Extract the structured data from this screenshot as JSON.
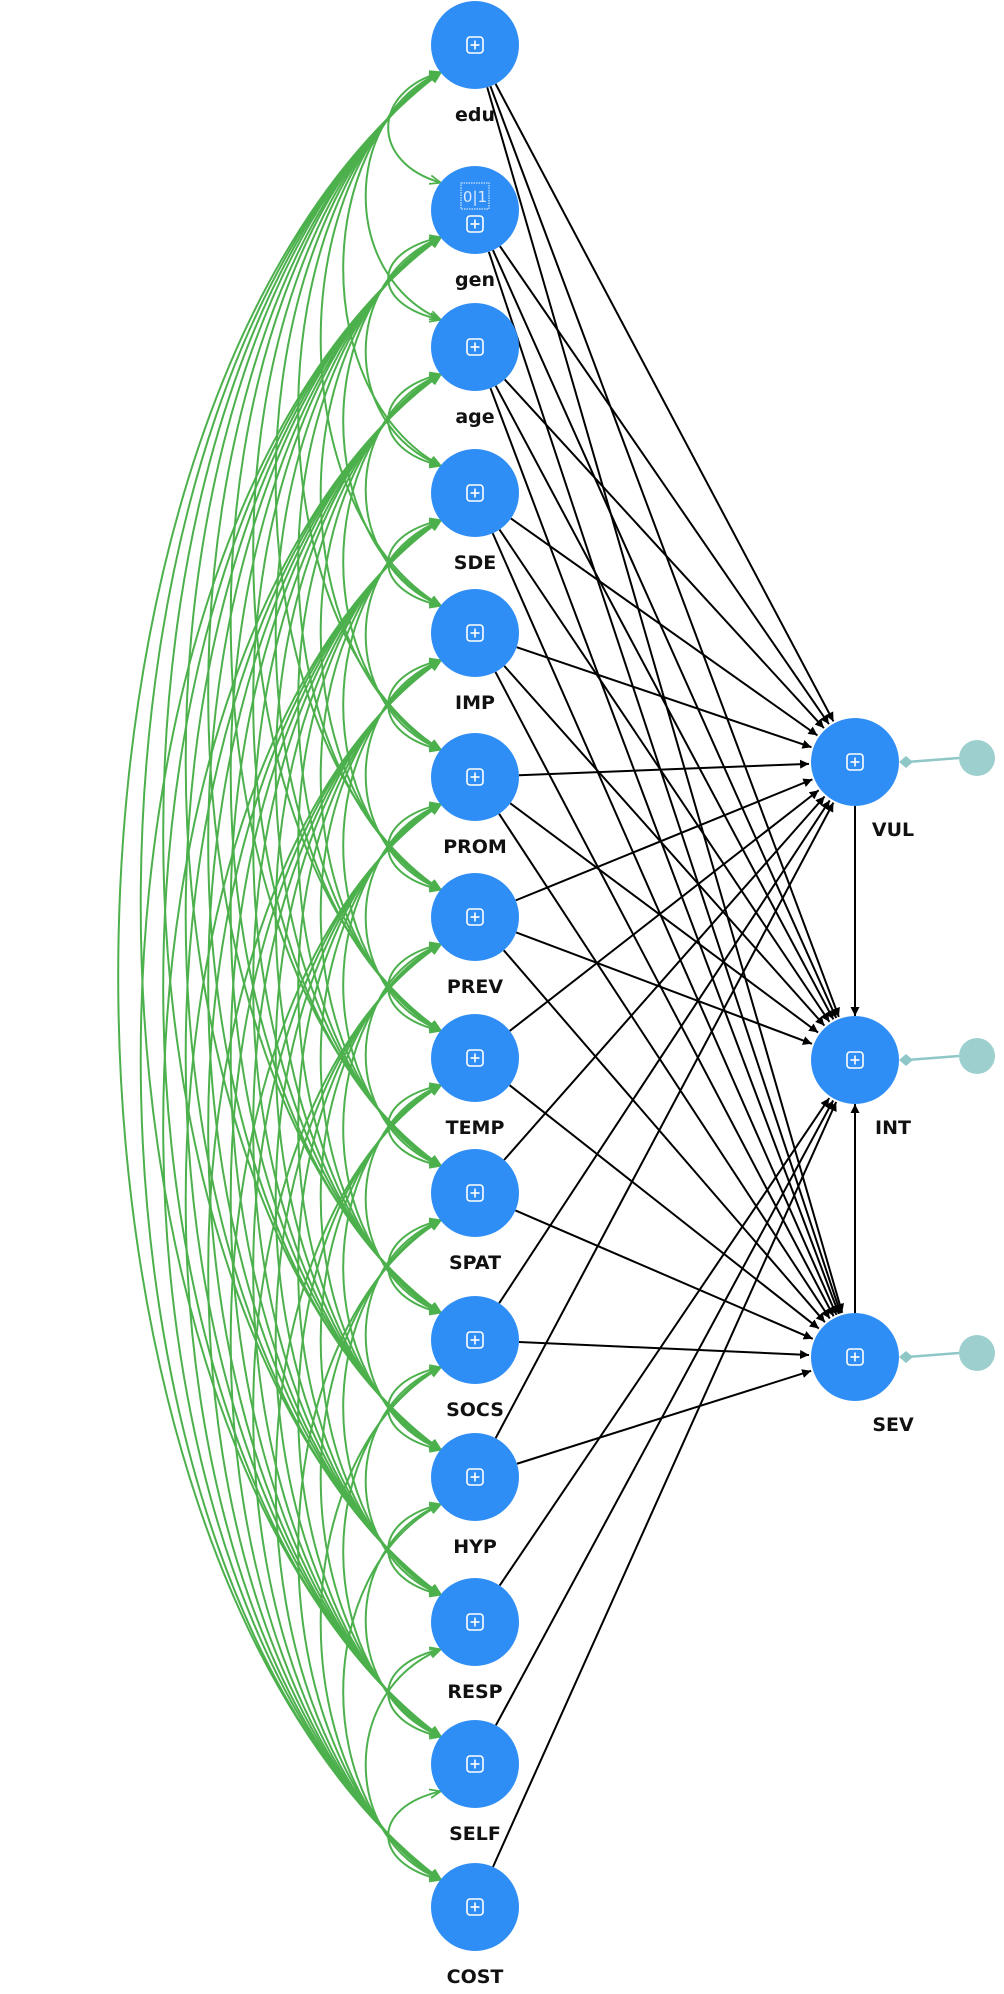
{
  "diagram": {
    "type": "path-model",
    "colors": {
      "node_fill": "#2f8ef5",
      "error_fill": "#9dcfcf",
      "error_line": "#8fc7c7",
      "covariance": "#4cb04c",
      "path": "#000000",
      "label": "#111111"
    },
    "exogenous": [
      {
        "id": "edu",
        "label": "edu"
      },
      {
        "id": "gen",
        "label": "gen",
        "badge": "0|1"
      },
      {
        "id": "age",
        "label": "age"
      },
      {
        "id": "SDE",
        "label": "SDE"
      },
      {
        "id": "IMP",
        "label": "IMP"
      },
      {
        "id": "PROM",
        "label": "PROM"
      },
      {
        "id": "PREV",
        "label": "PREV"
      },
      {
        "id": "TEMP",
        "label": "TEMP"
      },
      {
        "id": "SPAT",
        "label": "SPAT"
      },
      {
        "id": "SOCS",
        "label": "SOCS"
      },
      {
        "id": "HYP",
        "label": "HYP"
      },
      {
        "id": "RESP",
        "label": "RESP"
      },
      {
        "id": "SELF",
        "label": "SELF"
      },
      {
        "id": "COST",
        "label": "COST"
      }
    ],
    "endogenous": [
      {
        "id": "VUL",
        "label": "VUL",
        "has_error": true
      },
      {
        "id": "INT",
        "label": "INT",
        "has_error": true
      },
      {
        "id": "SEV",
        "label": "SEV",
        "has_error": true
      }
    ],
    "paths": [
      [
        "edu",
        "VUL"
      ],
      [
        "edu",
        "INT"
      ],
      [
        "edu",
        "SEV"
      ],
      [
        "gen",
        "VUL"
      ],
      [
        "gen",
        "INT"
      ],
      [
        "gen",
        "SEV"
      ],
      [
        "age",
        "VUL"
      ],
      [
        "age",
        "INT"
      ],
      [
        "age",
        "SEV"
      ],
      [
        "SDE",
        "VUL"
      ],
      [
        "SDE",
        "INT"
      ],
      [
        "SDE",
        "SEV"
      ],
      [
        "IMP",
        "VUL"
      ],
      [
        "IMP",
        "INT"
      ],
      [
        "IMP",
        "SEV"
      ],
      [
        "PROM",
        "VUL"
      ],
      [
        "PROM",
        "INT"
      ],
      [
        "PROM",
        "SEV"
      ],
      [
        "PREV",
        "VUL"
      ],
      [
        "PREV",
        "INT"
      ],
      [
        "PREV",
        "SEV"
      ],
      [
        "TEMP",
        "VUL"
      ],
      [
        "TEMP",
        "SEV"
      ],
      [
        "SPAT",
        "VUL"
      ],
      [
        "SPAT",
        "SEV"
      ],
      [
        "SOCS",
        "VUL"
      ],
      [
        "SOCS",
        "SEV"
      ],
      [
        "HYP",
        "VUL"
      ],
      [
        "HYP",
        "SEV"
      ],
      [
        "RESP",
        "INT"
      ],
      [
        "SELF",
        "INT"
      ],
      [
        "COST",
        "INT"
      ],
      [
        "VUL",
        "INT"
      ],
      [
        "SEV",
        "INT"
      ]
    ],
    "covariances": "all-pairs-among-exogenous",
    "expand_icon": "plus-square-icon"
  }
}
